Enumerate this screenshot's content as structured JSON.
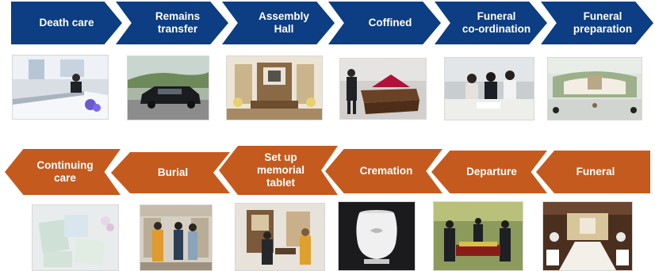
{
  "top_row": [
    {
      "label": "Death care",
      "photo": "reception-desk-photo"
    },
    {
      "label": "Remains\ntransfer",
      "photo": "hearse-photo"
    },
    {
      "label": "Assembly\nHall",
      "photo": "assembly-hall-photo"
    },
    {
      "label": "Coffined",
      "photo": "coffin-photo"
    },
    {
      "label": "Funeral\nco-ordination",
      "photo": "meeting-photo"
    },
    {
      "label": "Funeral\npreparation",
      "photo": "flower-altar-photo"
    }
  ],
  "bottom_row": [
    {
      "label": "Continuing\ncare",
      "photo": "care-products-photo"
    },
    {
      "label": "Burial",
      "photo": "columbarium-photo"
    },
    {
      "label": "Set up\nmemorial\ntablet",
      "photo": "memorial-tablet-photo"
    },
    {
      "label": "Cremation",
      "photo": "urn-photo"
    },
    {
      "label": "Departure",
      "photo": "departure-photo"
    },
    {
      "label": "Funeral",
      "photo": "funeral-hall-photo"
    }
  ],
  "colors": {
    "top_arrow": "#0d3d82",
    "bottom_arrow": "#c55a1e"
  }
}
